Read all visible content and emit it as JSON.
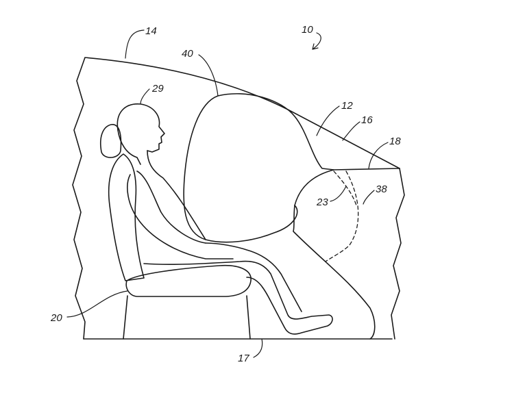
{
  "figure": {
    "ref_10": "10",
    "ref_12": "12",
    "ref_14": "14",
    "ref_16": "16",
    "ref_17": "17",
    "ref_18": "18",
    "ref_20": "20",
    "ref_23": "23",
    "ref_29": "29",
    "ref_38": "38",
    "ref_40": "40"
  }
}
